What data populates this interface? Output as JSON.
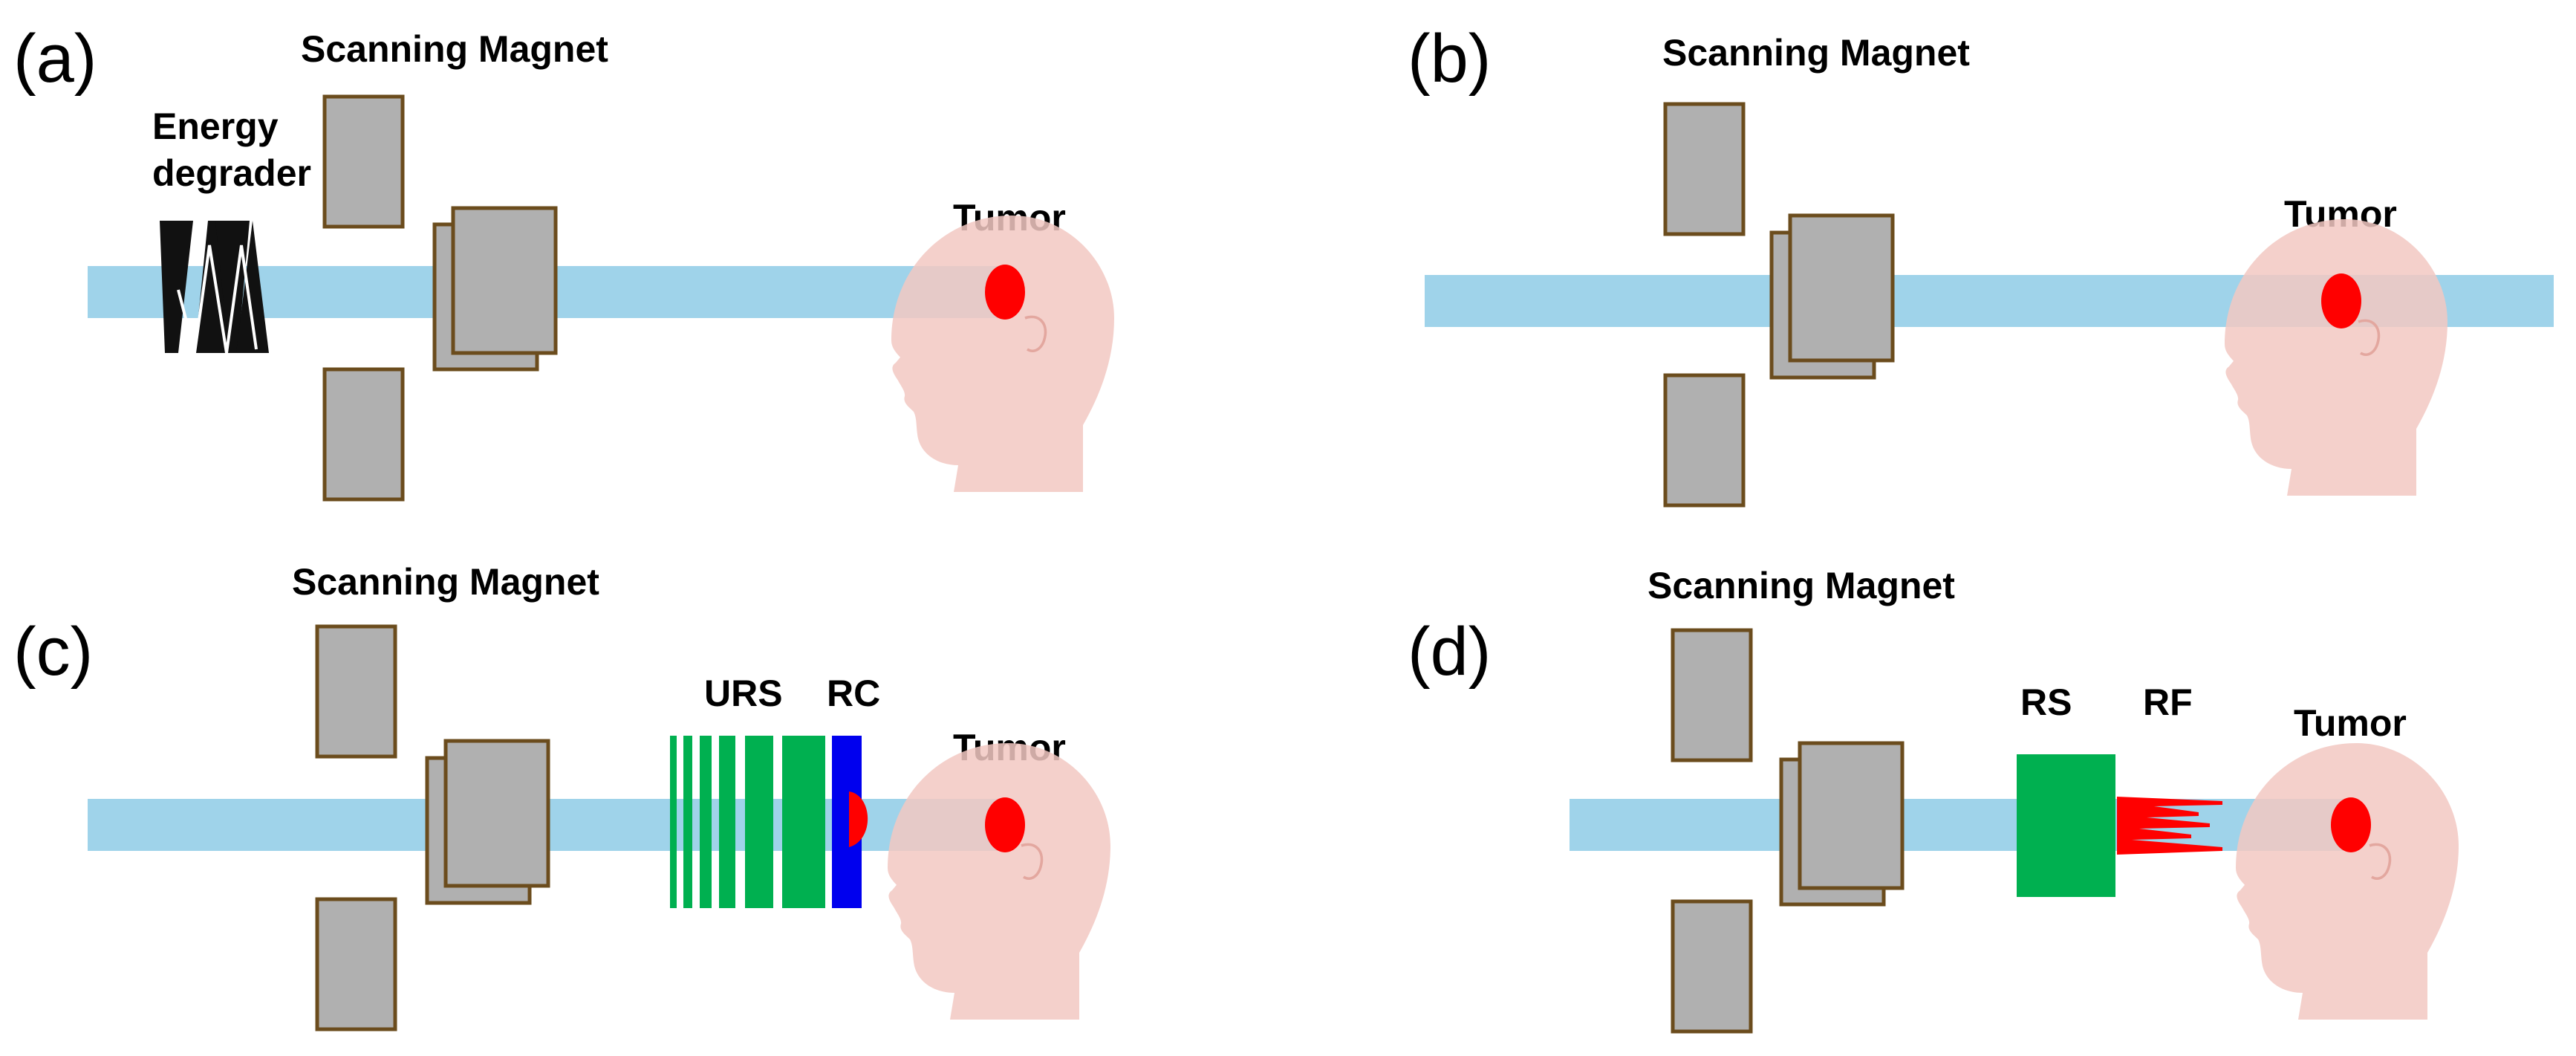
{
  "panels": {
    "a": {
      "label": "(a)",
      "scanning_magnet": "Scanning Magnet",
      "energy_degrader_line1": "Energy",
      "energy_degrader_line2": "degrader",
      "tumor": "Tumor"
    },
    "b": {
      "label": "(b)",
      "scanning_magnet": "Scanning Magnet",
      "tumor": "Tumor"
    },
    "c": {
      "label": "(c)",
      "scanning_magnet": "Scanning Magnet",
      "urs": "URS",
      "rc": "RC",
      "tumor": "Tumor"
    },
    "d": {
      "label": "(d)",
      "scanning_magnet": "Scanning Magnet",
      "rs": "RS",
      "rf": "RF",
      "tumor": "Tumor"
    }
  },
  "colors": {
    "beam": "#9fd3ea",
    "magnet_fill": "#b0b0b0",
    "magnet_edge": "#6b4c1d",
    "tumor": "#ff0000",
    "head": "#f2c8c2",
    "degrader": "#111111",
    "ridge_filter": "#00b050",
    "range_compensator": "#0000ee",
    "range_shifter": "#00b050"
  }
}
